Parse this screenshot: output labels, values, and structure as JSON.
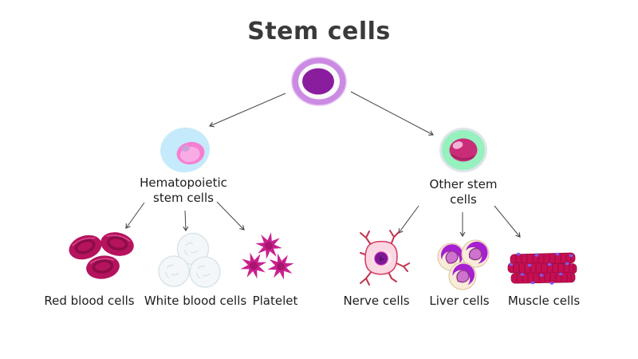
{
  "title": "Stem cells",
  "branches": [
    {
      "lines": [
        "Hematopoietic",
        "stem cells"
      ],
      "leaves": [
        {
          "label": "Red blood cells"
        },
        {
          "label": "White blood cells"
        },
        {
          "label": "Platelet"
        }
      ]
    },
    {
      "lines": [
        "Other stem",
        "cells"
      ],
      "leaves": [
        {
          "label": "Nerve cells"
        },
        {
          "label": "Liver cells"
        },
        {
          "label": "Muscle cells"
        }
      ]
    }
  ],
  "colors": {
    "background": "#ffffff",
    "title_text": "#3a3a3a",
    "label_text": "#1d1d1d",
    "arrow": "#444444",
    "stem_cell_ring": "#cb8be2",
    "stem_cell_inner": "#fafafa",
    "stem_cell_nucleus": "#8a1d9e",
    "hematopoietic_body": "#c5eafb",
    "hematopoietic_nucleus": "#f57fd3",
    "hematopoietic_nucleus_inner": "#f9abe3",
    "other_body": "#96f1bf",
    "other_border": "#dfe5e9",
    "other_nucleus": "#c92d78",
    "red_blood_cell": "#b5135e",
    "red_blood_cell_ring": "#8c0d47",
    "white_blood_cell": "#f4f7f9",
    "white_blood_cell_border": "#d9e4ea",
    "platelet": "#c9218e",
    "platelet_center": "#a8156f",
    "nerve_body": "#fbd7e2",
    "nerve_branch": "#c2334f",
    "nerve_nucleus": "#7d1895",
    "liver_body": "#f9ecd9",
    "liver_crescent": "#a61fd0",
    "liver_nucleus": "#ce74ce",
    "muscle_band": "#c60f52",
    "muscle_stripe": "#a50c45",
    "muscle_dot": "#7a5cf0"
  }
}
